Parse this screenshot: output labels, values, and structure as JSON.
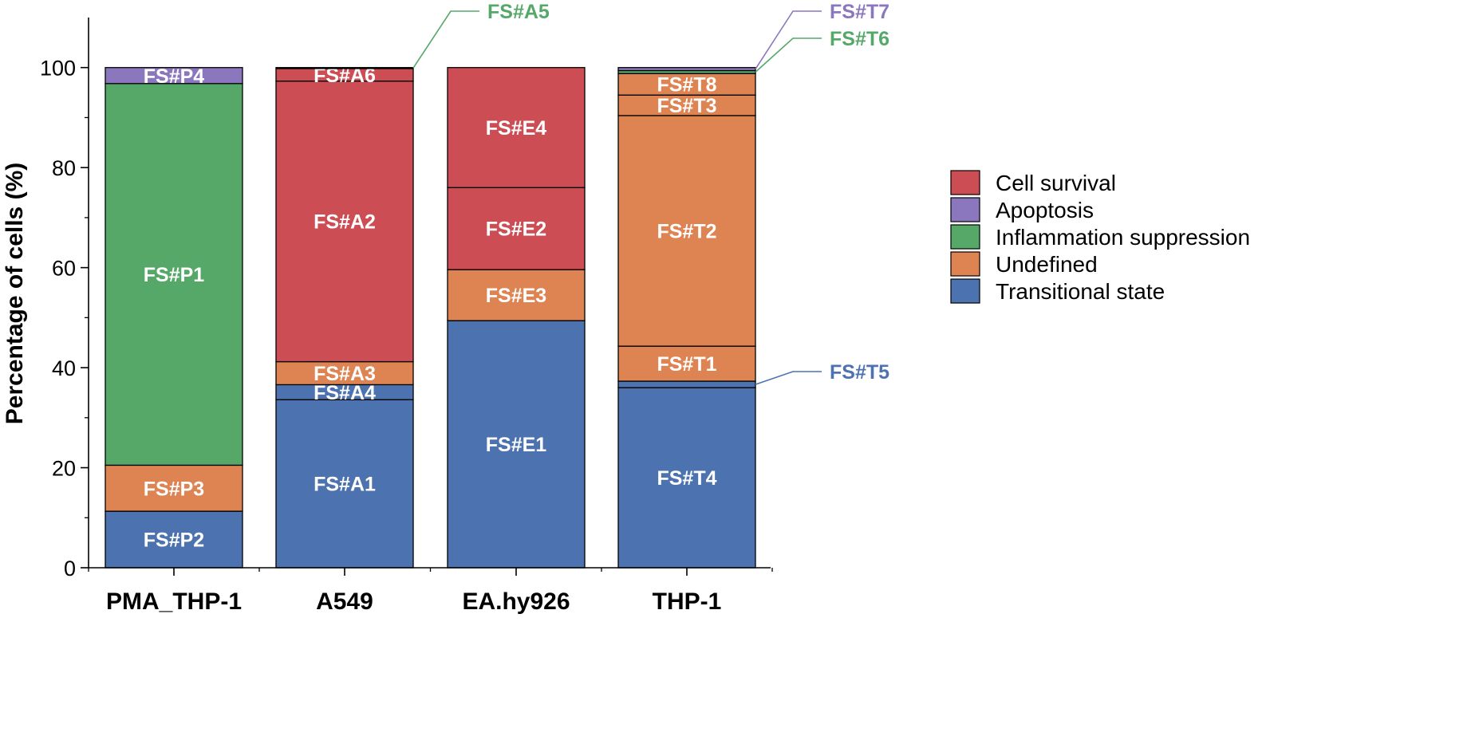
{
  "chart_data": {
    "type": "bar",
    "stacked": true,
    "ylabel": "Percentage of cells (%)",
    "xlabel": "",
    "ylim": [
      0,
      110
    ],
    "yticks": [
      "0",
      "20",
      "40",
      "60",
      "80",
      "100"
    ],
    "categories": [
      "PMA_THP-1",
      "A549",
      "EA.hy926",
      "THP-1"
    ],
    "legend": {
      "position": "right",
      "entries": [
        {
          "name": "Cell survival",
          "color": "#cd4d54"
        },
        {
          "name": "Apoptosis",
          "color": "#8b77bd"
        },
        {
          "name": "Inflammation suppression",
          "color": "#55a868"
        },
        {
          "name": "Undefined",
          "color": "#dd8452"
        },
        {
          "name": "Transitional state",
          "color": "#4c72b0"
        }
      ]
    },
    "bars": [
      {
        "category": "PMA_THP-1",
        "segments": [
          {
            "label": "FS#P2",
            "group": "Transitional state",
            "value": 11.3
          },
          {
            "label": "FS#P3",
            "group": "Undefined",
            "value": 9.2
          },
          {
            "label": "FS#P1",
            "group": "Inflammation suppression",
            "value": 76.3
          },
          {
            "label": "FS#P4",
            "group": "Apoptosis",
            "value": 3.2
          }
        ]
      },
      {
        "category": "A549",
        "segments": [
          {
            "label": "FS#A1",
            "group": "Transitional state",
            "value": 33.6
          },
          {
            "label": "FS#A4",
            "group": "Transitional state",
            "value": 3.0
          },
          {
            "label": "FS#A3",
            "group": "Undefined",
            "value": 4.6
          },
          {
            "label": "FS#A2",
            "group": "Cell survival",
            "value": 56.1
          },
          {
            "label": "FS#A6",
            "group": "Cell survival",
            "value": 2.5
          },
          {
            "label": "FS#A5",
            "group": "Inflammation suppression",
            "value": 0.2,
            "callout": true
          }
        ]
      },
      {
        "category": "EA.hy926",
        "segments": [
          {
            "label": "FS#E1",
            "group": "Transitional state",
            "value": 49.4
          },
          {
            "label": "FS#E3",
            "group": "Undefined",
            "value": 10.2
          },
          {
            "label": "FS#E2",
            "group": "Cell survival",
            "value": 16.4
          },
          {
            "label": "FS#E4",
            "group": "Cell survival",
            "value": 24.0
          }
        ]
      },
      {
        "category": "THP-1",
        "segments": [
          {
            "label": "FS#T4",
            "group": "Transitional state",
            "value": 36.0
          },
          {
            "label": "FS#T5",
            "group": "Transitional state",
            "value": 1.3,
            "callout": true
          },
          {
            "label": "FS#T1",
            "group": "Undefined",
            "value": 7.0
          },
          {
            "label": "FS#T2",
            "group": "Undefined",
            "value": 46.1
          },
          {
            "label": "FS#T3",
            "group": "Undefined",
            "value": 4.1
          },
          {
            "label": "FS#T8",
            "group": "Undefined",
            "value": 4.3
          },
          {
            "label": "FS#T6",
            "group": "Inflammation suppression",
            "value": 0.6,
            "callout": true
          },
          {
            "label": "FS#T7",
            "group": "Apoptosis",
            "value": 0.6,
            "callout": true
          }
        ]
      }
    ]
  }
}
